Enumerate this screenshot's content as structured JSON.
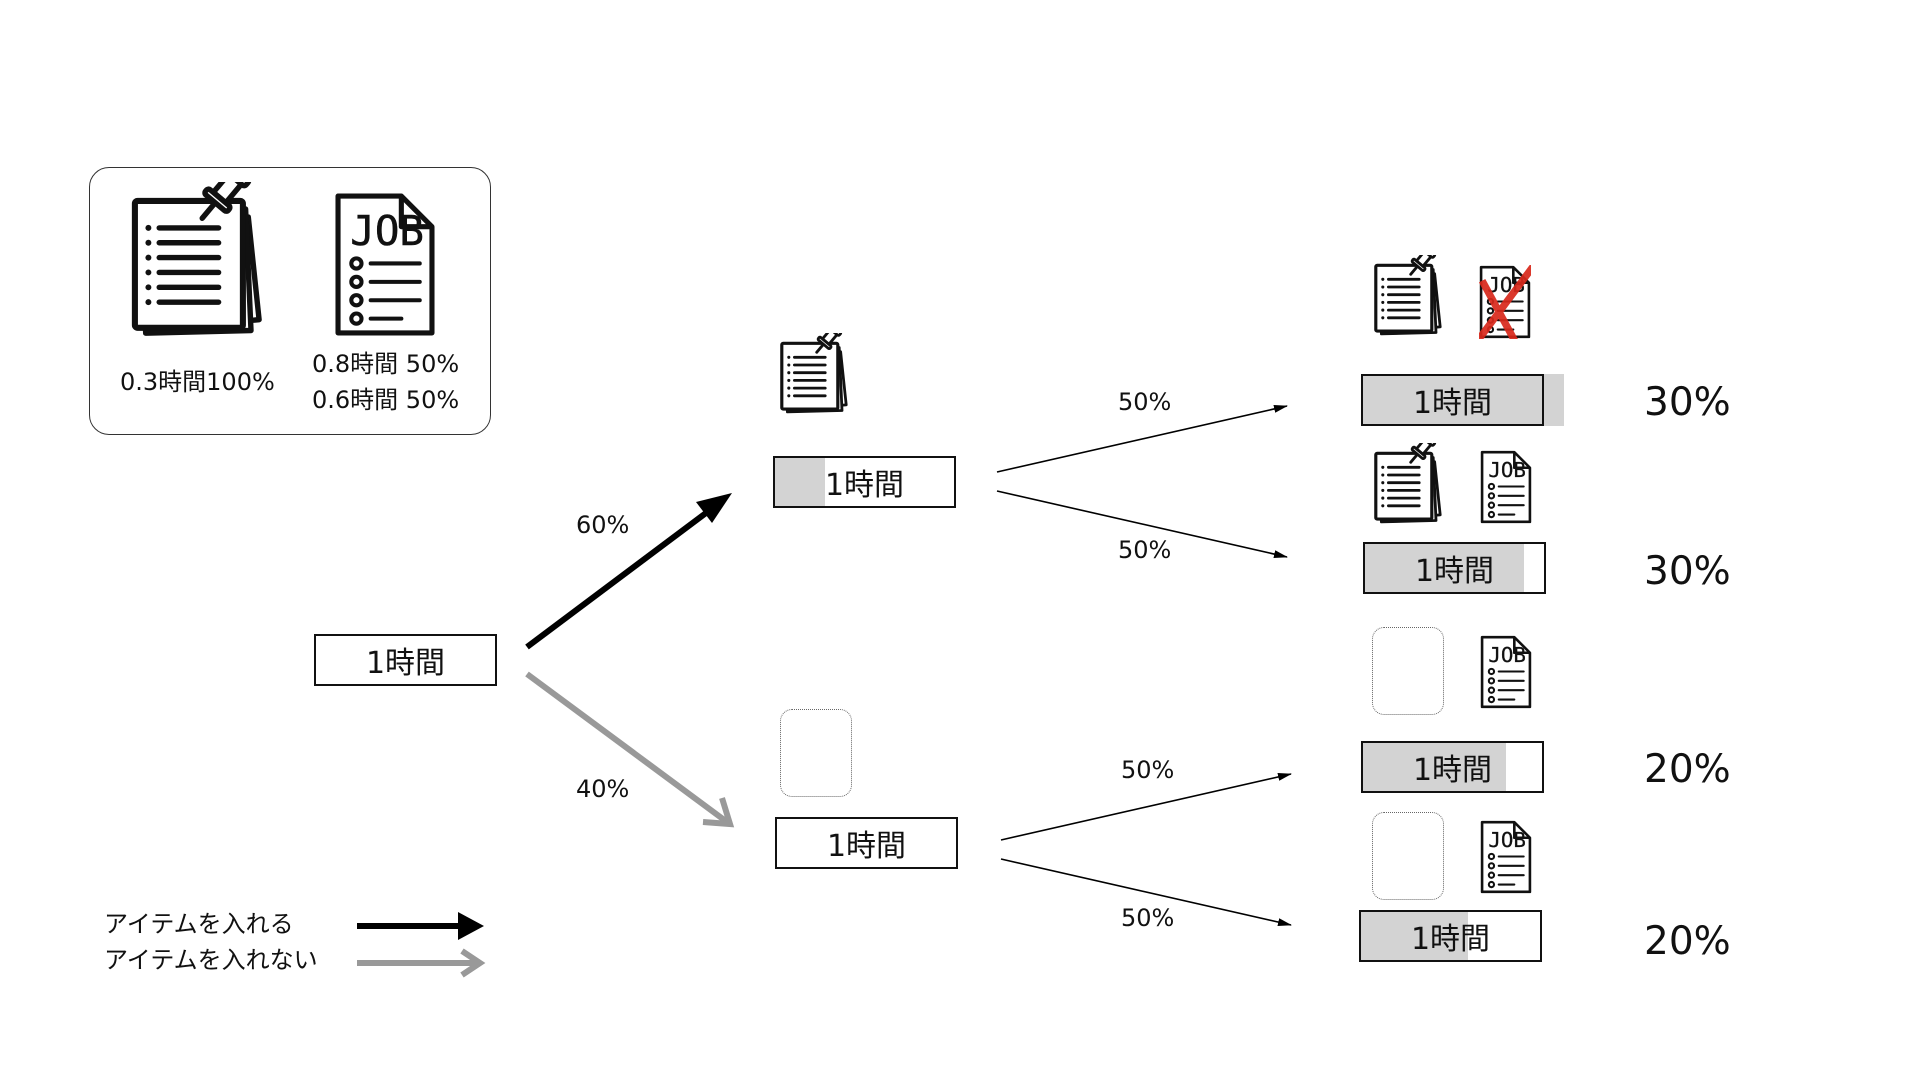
{
  "legend_box": {
    "memo_item_text": "0.3時間100%",
    "job_item_line1": "0.8時間 50%",
    "job_item_line2": "0.6時間 50%"
  },
  "icons": {
    "memo": "pinned-memo-icon",
    "job": "job-document-icon",
    "job_removed": "crossed-out-job-document-icon",
    "empty": "empty-item-slot"
  },
  "nodes": {
    "root": {
      "label": "1時間",
      "fill": 0
    },
    "mid_top": {
      "label": "1時間",
      "fill": 0.28
    },
    "mid_bottom": {
      "label": "1時間",
      "fill": 0
    },
    "leaf_1": {
      "label": "1時間",
      "fill": 1.1,
      "result": "30%"
    },
    "leaf_2": {
      "label": "1時間",
      "fill": 0.89,
      "result": "30%"
    },
    "leaf_3": {
      "label": "1時間",
      "fill": 0.8,
      "result": "20%"
    },
    "leaf_4": {
      "label": "1時間",
      "fill": 0.6,
      "result": "20%"
    }
  },
  "edges": {
    "root_to_top": "60%",
    "root_to_bottom": "40%",
    "top_to_leaf1": "50%",
    "top_to_leaf2": "50%",
    "bottom_to_leaf3": "50%",
    "bottom_to_leaf4": "50%"
  },
  "legend": {
    "insert_item": "アイテムを入れる",
    "no_item": "アイテムを入れない"
  },
  "colors": {
    "insert_arrow": "#000000",
    "no_item_arrow": "#999999",
    "bar_fill": "#d3d3d3",
    "cross_mark": "#d8281b"
  }
}
